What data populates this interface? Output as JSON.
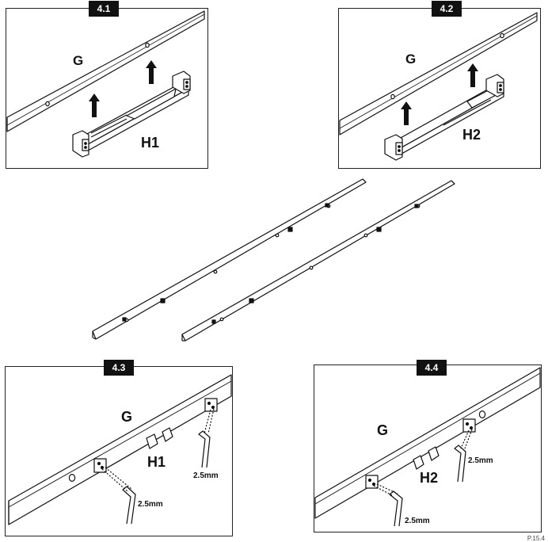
{
  "steps": [
    {
      "number": "4.1",
      "rail_label": "G",
      "slide_label": "H1"
    },
    {
      "number": "4.2",
      "rail_label": "G",
      "slide_label": "H2"
    },
    {
      "number": "4.3",
      "rail_label": "G",
      "slide_label": "H1",
      "tool_size_left": "2.5mm",
      "tool_size_right": "2.5mm"
    },
    {
      "number": "4.4",
      "rail_label": "G",
      "slide_label": "H2",
      "tool_size_left": "2.5mm",
      "tool_size_right": "2.5mm"
    }
  ],
  "page_ref": "P.15.4"
}
